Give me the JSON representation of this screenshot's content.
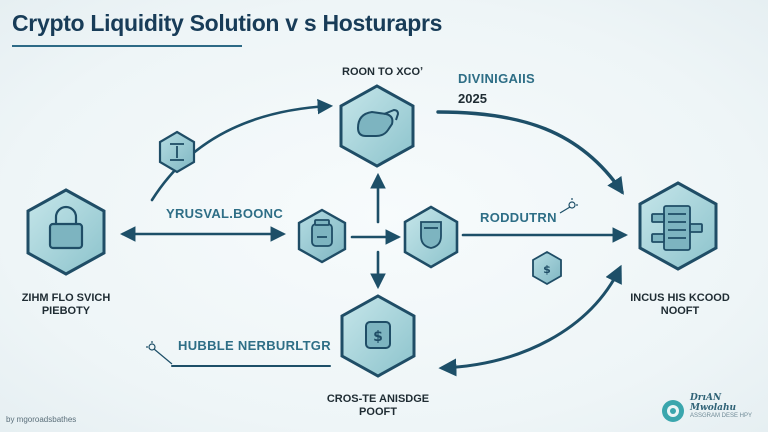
{
  "title": "Crypto Liquidity Solution  v s Hosturaprs",
  "labels": {
    "top_center": "ROON TO XCOʼ",
    "top_right_title": "DIVINIGAIIS",
    "top_right_year": "2025",
    "left_node_line1": "ZIHM FLO SVICH",
    "left_node_line2": "PIEBOTY",
    "left_edge": "YRUSVAL.BOONC",
    "right_edge": "RODDUTRN",
    "right_node_line1": "INCUS HIS KCOOD",
    "right_node_line2": "NOOFT",
    "bottom_edge": "HUBBLE NERBURLTGR",
    "bottom_node_line1": "CROS-TE ANISDGE",
    "bottom_node_line2": "POOFT"
  },
  "footer": "by mgoroadsbathes",
  "watermark": {
    "line1": "DrıAN Mwolahu",
    "line2": "ASSGRAM DESE HPY"
  },
  "colors": {
    "accent": "#1f5b78",
    "node_fill": "#a9d5db",
    "node_stroke": "#1f4d66",
    "title": "#183c58"
  },
  "icons": {
    "lock": "padlock-icon",
    "wallet": "wallet-icon",
    "top_hex": "coin-hand-icon",
    "small_hex": "hourglass-icon",
    "center_left": "jar-icon",
    "center_right": "shield-cup-icon",
    "bottom": "dollar-icon",
    "right": "ledger-stack-icon",
    "small_dollar": "dollar-chip-icon"
  }
}
